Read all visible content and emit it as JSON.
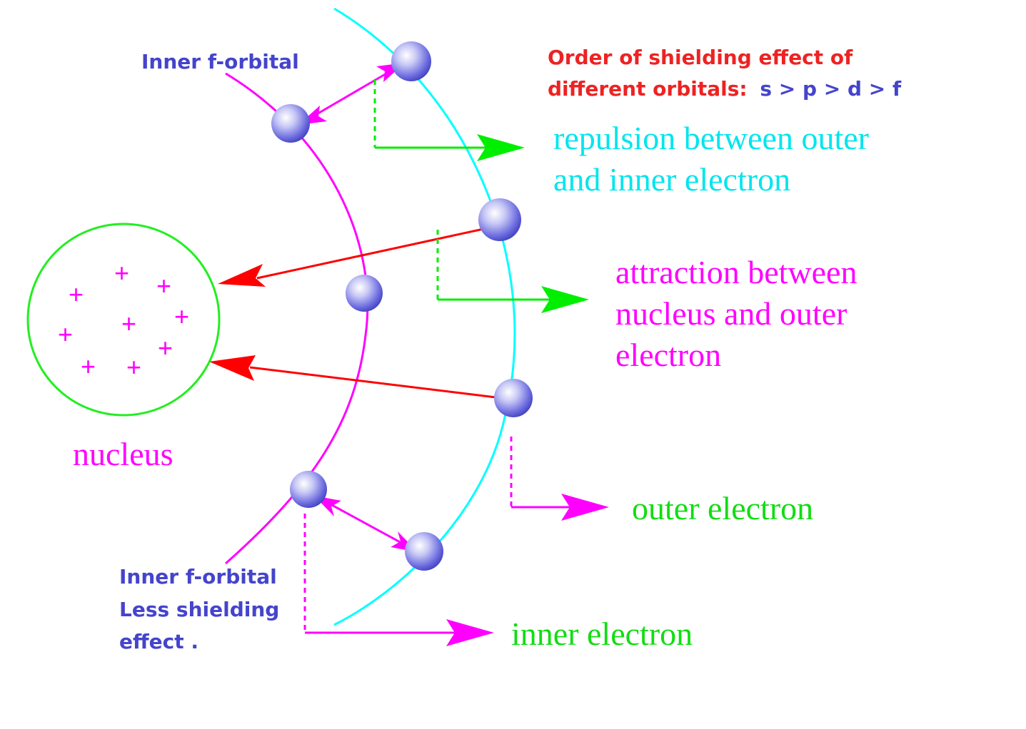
{
  "labels": {
    "inner_f_orbital_top": "Inner f-orbital",
    "order_line1": "Order of shielding effect of",
    "order_line2_prefix": "different orbitals:",
    "order_sequence": "s > p > d > f",
    "repulsion_line1": "repulsion between outer",
    "repulsion_line2": "and inner electron",
    "attraction_line1": "attraction between",
    "attraction_line2": "nucleus and outer",
    "attraction_line3": "electron",
    "nucleus": "nucleus",
    "outer_electron": "outer electron",
    "inner_electron": "inner electron",
    "inner_f_orbital_bottom_line1": "Inner f-orbital",
    "inner_f_orbital_bottom_line2": "Less shielding",
    "inner_f_orbital_bottom_line3": "effect ."
  },
  "nucleus_charges": [
    "+",
    "+",
    "+",
    "+",
    "+",
    "+",
    "+",
    "+",
    "+",
    "+"
  ],
  "colors": {
    "inner_orbit": "#ff00ff",
    "outer_orbit": "#00ffff",
    "nucleus_ring": "#22ee22",
    "attraction_arrow": "#ff0000",
    "repulsion_arrow": "#ff00ff",
    "pointer_green": "#00ee00",
    "pointer_magenta": "#ff00ff",
    "blue_text": "#4444cc",
    "red_text": "#ee2222",
    "cyan_text": "#00e5ee",
    "magenta_text": "#ff00ff",
    "green_text": "#11dd11"
  }
}
